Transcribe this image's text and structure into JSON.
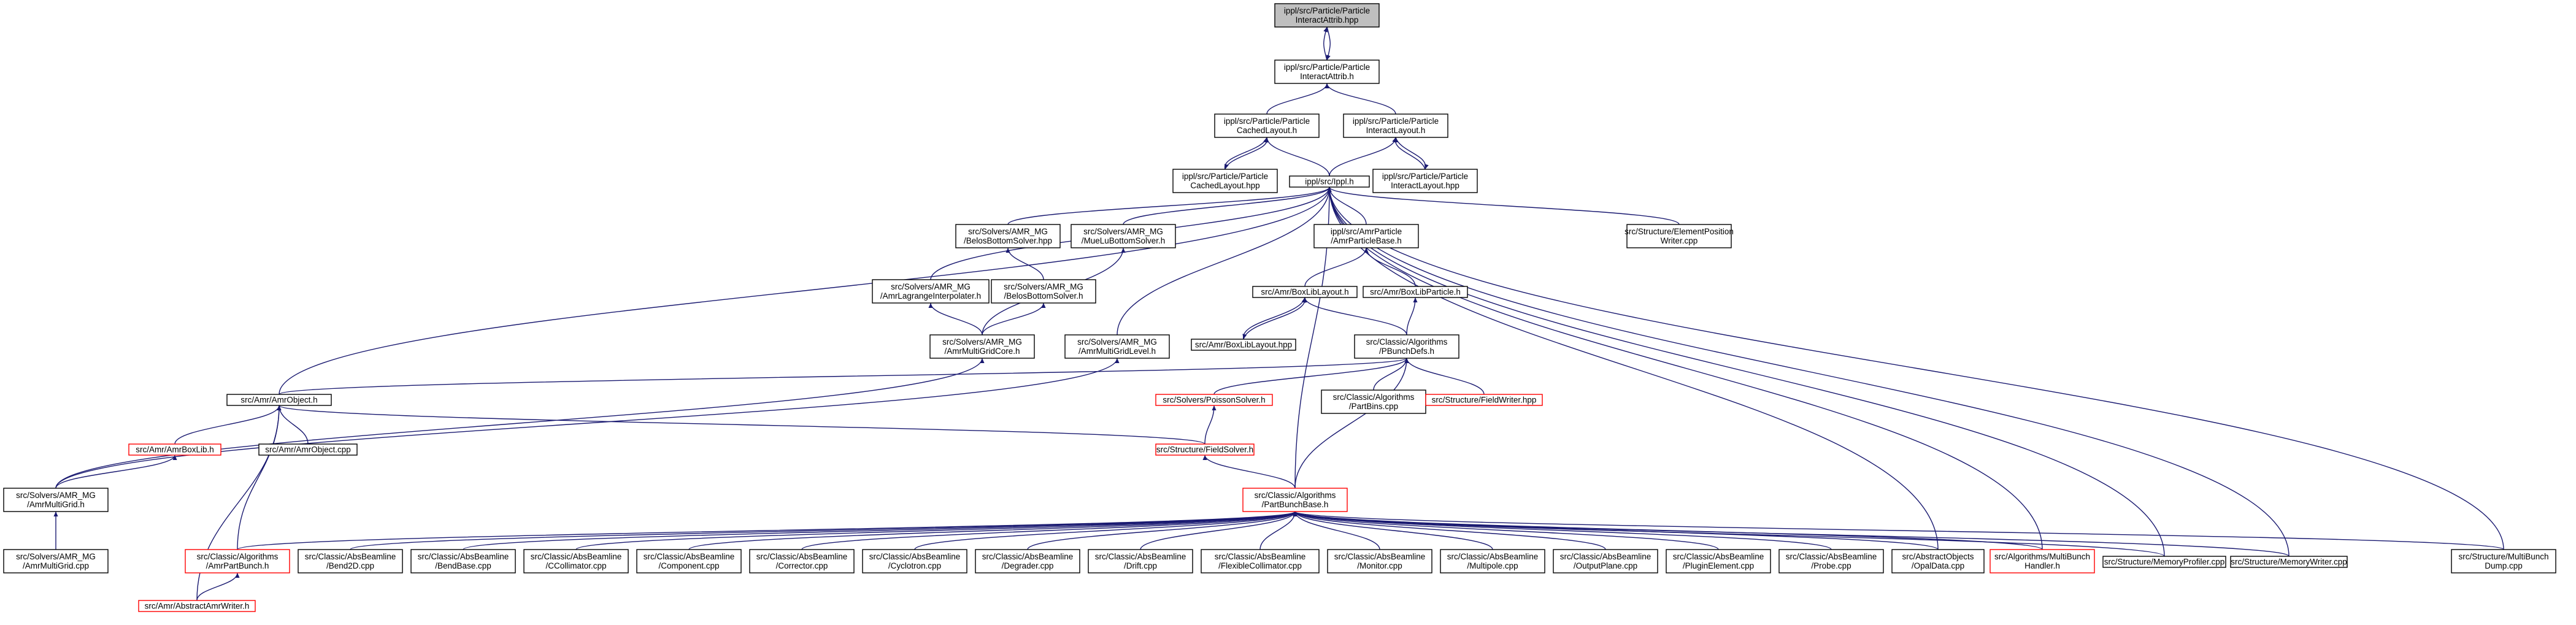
{
  "colors": {
    "edge": "#191970",
    "node_border": "#000000",
    "node_border_incomplete": "#ff0000",
    "root_fill": "#bfbfbf",
    "background": "#ffffff"
  },
  "nodes": [
    {
      "id": "root",
      "style": "root",
      "lines": [
        "ippl/src/Particle/Particle",
        "InteractAttrib.hpp"
      ]
    },
    {
      "id": "iattrib_h",
      "lines": [
        "ippl/src/Particle/Particle",
        "InteractAttrib.h"
      ]
    },
    {
      "id": "cached_h",
      "lines": [
        "ippl/src/Particle/Particle",
        "CachedLayout.h"
      ]
    },
    {
      "id": "ilayout_h",
      "lines": [
        "ippl/src/Particle/Particle",
        "InteractLayout.h"
      ]
    },
    {
      "id": "cached_hpp",
      "lines": [
        "ippl/src/Particle/Particle",
        "CachedLayout.hpp"
      ]
    },
    {
      "id": "ippl_h",
      "lines": [
        "ippl/src/Ippl.h"
      ]
    },
    {
      "id": "ilayout_hpp",
      "lines": [
        "ippl/src/Particle/Particle",
        "InteractLayout.hpp"
      ]
    },
    {
      "id": "belos_hpp",
      "lines": [
        "src/Solvers/AMR_MG",
        "/BelosBottomSolver.hpp"
      ]
    },
    {
      "id": "muelu_h",
      "lines": [
        "src/Solvers/AMR_MG",
        "/MueLuBottomSolver.h"
      ]
    },
    {
      "id": "amrparticlebase",
      "lines": [
        "ippl/src/AmrParticle",
        "/AmrParticleBase.h"
      ]
    },
    {
      "id": "elempos",
      "lines": [
        "src/Structure/ElementPosition",
        "Writer.cpp"
      ]
    },
    {
      "id": "lagrange",
      "lines": [
        "src/Solvers/AMR_MG",
        "/AmrLagrangeInterpolater.h"
      ]
    },
    {
      "id": "belos_h",
      "lines": [
        "src/Solvers/AMR_MG",
        "/BelosBottomSolver.h"
      ]
    },
    {
      "id": "boxliblayout_h",
      "lines": [
        "src/Amr/BoxLibLayout.h"
      ]
    },
    {
      "id": "boxlibparticle",
      "lines": [
        "src/Amr/BoxLibParticle.h"
      ]
    },
    {
      "id": "boxliblayout_hpp",
      "lines": [
        "src/Amr/BoxLibLayout.hpp"
      ]
    },
    {
      "id": "multigridcore",
      "lines": [
        "src/Solvers/AMR_MG",
        "/AmrMultiGridCore.h"
      ]
    },
    {
      "id": "multigridlevel",
      "lines": [
        "src/Solvers/AMR_MG",
        "/AmrMultiGridLevel.h"
      ]
    },
    {
      "id": "pbunchdefs",
      "lines": [
        "src/Classic/Algorithms",
        "/PBunchDefs.h"
      ]
    },
    {
      "id": "amrobject_h",
      "lines": [
        "src/Amr/AmrObject.h"
      ]
    },
    {
      "id": "poisson",
      "style": "red",
      "lines": [
        "src/Solvers/PoissonSolver.h"
      ]
    },
    {
      "id": "partbins",
      "lines": [
        "src/Classic/Algorithms",
        "/PartBins.cpp"
      ]
    },
    {
      "id": "fieldwriter",
      "style": "red",
      "lines": [
        "src/Structure/FieldWriter.hpp"
      ]
    },
    {
      "id": "amrboxlib",
      "style": "red",
      "lines": [
        "src/Amr/AmrBoxLib.h"
      ]
    },
    {
      "id": "amrobject_cpp",
      "lines": [
        "src/Amr/AmrObject.cpp"
      ]
    },
    {
      "id": "fieldsolver",
      "style": "red",
      "lines": [
        "src/Structure/FieldSolver.h"
      ]
    },
    {
      "id": "amrmultigrid_h",
      "lines": [
        "src/Solvers/AMR_MG",
        "/AmrMultiGrid.h"
      ]
    },
    {
      "id": "partbunchbase",
      "style": "red",
      "lines": [
        "src/Classic/Algorithms",
        "/PartBunchBase.h"
      ]
    },
    {
      "id": "amrmultigrid_cpp",
      "lines": [
        "src/Solvers/AMR_MG",
        "/AmrMultiGrid.cpp"
      ]
    },
    {
      "id": "amrpartbunch",
      "style": "red",
      "lines": [
        "src/Classic/Algorithms",
        "/AmrPartBunch.h"
      ]
    },
    {
      "id": "bendd",
      "lines": [
        "src/Classic/AbsBeamline",
        "/Bend2D.cpp"
      ]
    },
    {
      "id": "bendbase",
      "lines": [
        "src/Classic/AbsBeamline",
        "/BendBase.cpp"
      ]
    },
    {
      "id": "ccollimator",
      "lines": [
        "src/Classic/AbsBeamline",
        "/CCollimator.cpp"
      ]
    },
    {
      "id": "component",
      "lines": [
        "src/Classic/AbsBeamline",
        "/Component.cpp"
      ]
    },
    {
      "id": "corrector",
      "lines": [
        "src/Classic/AbsBeamline",
        "/Corrector.cpp"
      ]
    },
    {
      "id": "cyclotron",
      "lines": [
        "src/Classic/AbsBeamline",
        "/Cyclotron.cpp"
      ]
    },
    {
      "id": "degrader",
      "lines": [
        "src/Classic/AbsBeamline",
        "/Degrader.cpp"
      ]
    },
    {
      "id": "drift",
      "lines": [
        "src/Classic/AbsBeamline",
        "/Drift.cpp"
      ]
    },
    {
      "id": "flexcoll",
      "lines": [
        "src/Classic/AbsBeamline",
        "/FlexibleCollimator.cpp"
      ]
    },
    {
      "id": "monitor",
      "lines": [
        "src/Classic/AbsBeamline",
        "/Monitor.cpp"
      ]
    },
    {
      "id": "multipole",
      "lines": [
        "src/Classic/AbsBeamline",
        "/Multipole.cpp"
      ]
    },
    {
      "id": "outputplane",
      "lines": [
        "src/Classic/AbsBeamline",
        "/OutputPlane.cpp"
      ]
    },
    {
      "id": "pluginelement",
      "lines": [
        "src/Classic/AbsBeamline",
        "/PluginElement.cpp"
      ]
    },
    {
      "id": "probe",
      "lines": [
        "src/Classic/AbsBeamline",
        "/Probe.cpp"
      ]
    },
    {
      "id": "opaldata",
      "lines": [
        "src/AbstractObjects",
        "/OpalData.cpp"
      ]
    },
    {
      "id": "multibunchhandler",
      "style": "red",
      "lines": [
        "src/Algorithms/MultiBunch",
        "Handler.h"
      ]
    },
    {
      "id": "memprofiler",
      "lines": [
        "src/Structure/MemoryProfiler.cpp"
      ]
    },
    {
      "id": "memwriter",
      "lines": [
        "src/Structure/MemoryWriter.cpp"
      ]
    },
    {
      "id": "multibunchdump",
      "lines": [
        "src/Structure/MultiBunch",
        "Dump.cpp"
      ]
    },
    {
      "id": "amrwriter",
      "style": "red",
      "lines": [
        "src/Amr/AbstractAmrWriter.h"
      ]
    }
  ],
  "edges": [
    [
      "iattrib_h",
      "root"
    ],
    [
      "root",
      "iattrib_h"
    ],
    [
      "cached_h",
      "iattrib_h"
    ],
    [
      "ilayout_h",
      "iattrib_h"
    ],
    [
      "cached_hpp",
      "cached_h"
    ],
    [
      "cached_h",
      "cached_hpp"
    ],
    [
      "ippl_h",
      "cached_h"
    ],
    [
      "ippl_h",
      "ilayout_h"
    ],
    [
      "ilayout_hpp",
      "ilayout_h"
    ],
    [
      "ilayout_h",
      "ilayout_hpp"
    ],
    [
      "belos_hpp",
      "ippl_h"
    ],
    [
      "muelu_h",
      "ippl_h"
    ],
    [
      "amrparticlebase",
      "ippl_h"
    ],
    [
      "elempos",
      "ippl_h"
    ],
    [
      "lagrange",
      "ippl_h"
    ],
    [
      "multigridlevel",
      "ippl_h"
    ],
    [
      "amrobject_h",
      "ippl_h"
    ],
    [
      "partbunchbase",
      "ippl_h"
    ],
    [
      "opaldata",
      "ippl_h"
    ],
    [
      "multibunchhandler",
      "ippl_h"
    ],
    [
      "memprofiler",
      "ippl_h"
    ],
    [
      "memwriter",
      "ippl_h"
    ],
    [
      "multibunchdump",
      "ippl_h"
    ],
    [
      "belos_h",
      "belos_hpp"
    ],
    [
      "multigridcore",
      "belos_h"
    ],
    [
      "multigridcore",
      "muelu_h"
    ],
    [
      "multigridcore",
      "lagrange"
    ],
    [
      "amrmultigrid_h",
      "multigridcore"
    ],
    [
      "amrmultigrid_h",
      "multigridlevel"
    ],
    [
      "boxliblayout_h",
      "amrparticlebase"
    ],
    [
      "boxlibparticle",
      "amrparticlebase"
    ],
    [
      "boxliblayout_hpp",
      "boxliblayout_h"
    ],
    [
      "boxliblayout_h",
      "boxliblayout_hpp"
    ],
    [
      "pbunchdefs",
      "boxliblayout_h"
    ],
    [
      "pbunchdefs",
      "boxlibparticle"
    ],
    [
      "amrobject_h",
      "pbunchdefs"
    ],
    [
      "poisson",
      "pbunchdefs"
    ],
    [
      "partbins",
      "pbunchdefs"
    ],
    [
      "fieldwriter",
      "pbunchdefs"
    ],
    [
      "partbunchbase",
      "pbunchdefs"
    ],
    [
      "amrboxlib",
      "amrobject_h"
    ],
    [
      "amrobject_cpp",
      "amrobject_h"
    ],
    [
      "amrpartbunch",
      "amrobject_h"
    ],
    [
      "amrwriter",
      "amrobject_h"
    ],
    [
      "fieldsolver",
      "amrobject_h"
    ],
    [
      "fieldsolver",
      "poisson"
    ],
    [
      "partbunchbase",
      "fieldsolver"
    ],
    [
      "amrmultigrid_h",
      "amrboxlib"
    ],
    [
      "amrmultigrid_cpp",
      "amrmultigrid_h"
    ],
    [
      "amrpartbunch",
      "partbunchbase"
    ],
    [
      "bendd",
      "partbunchbase"
    ],
    [
      "bendbase",
      "partbunchbase"
    ],
    [
      "ccollimator",
      "partbunchbase"
    ],
    [
      "component",
      "partbunchbase"
    ],
    [
      "corrector",
      "partbunchbase"
    ],
    [
      "cyclotron",
      "partbunchbase"
    ],
    [
      "degrader",
      "partbunchbase"
    ],
    [
      "drift",
      "partbunchbase"
    ],
    [
      "flexcoll",
      "partbunchbase"
    ],
    [
      "monitor",
      "partbunchbase"
    ],
    [
      "multipole",
      "partbunchbase"
    ],
    [
      "outputplane",
      "partbunchbase"
    ],
    [
      "pluginelement",
      "partbunchbase"
    ],
    [
      "probe",
      "partbunchbase"
    ],
    [
      "opaldata",
      "partbunchbase"
    ],
    [
      "multibunchhandler",
      "partbunchbase"
    ],
    [
      "memprofiler",
      "partbunchbase"
    ],
    [
      "memwriter",
      "partbunchbase"
    ],
    [
      "multibunchdump",
      "partbunchbase"
    ],
    [
      "amrwriter",
      "amrpartbunch"
    ]
  ]
}
